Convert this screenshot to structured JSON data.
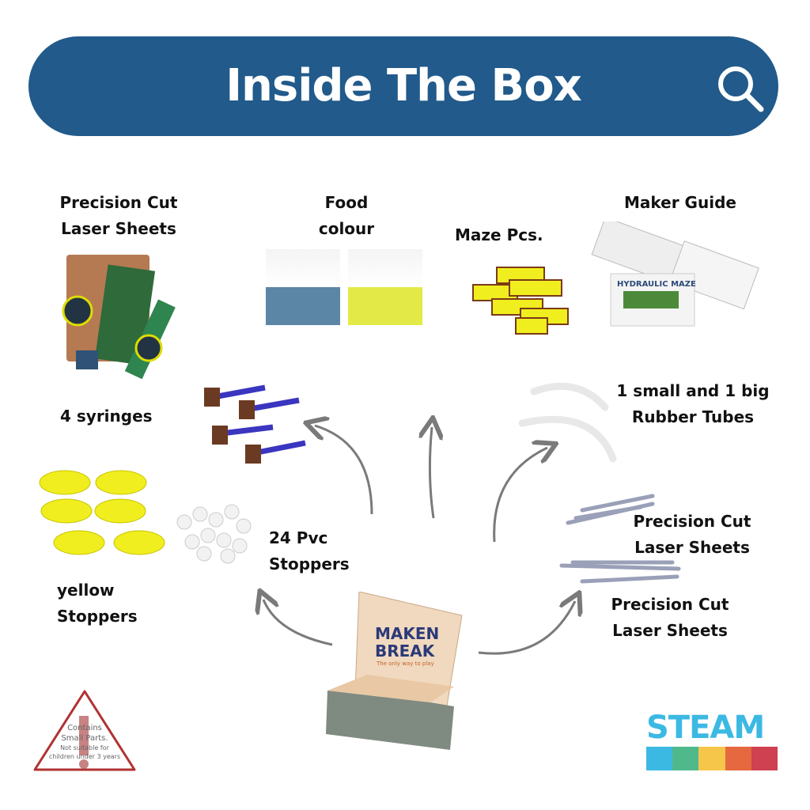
{
  "header": {
    "title": "Inside The Box",
    "search_icon": "search-icon"
  },
  "items": {
    "laser_sheets_top": [
      "Precision Cut",
      "Laser Sheets"
    ],
    "food_colour": [
      "Food",
      "colour"
    ],
    "maze_pcs": "Maze Pcs.",
    "maker_guide": "Maker Guide",
    "syringes": "4 syringes",
    "rubber_tubes": [
      "1 small and 1 big",
      "Rubber Tubes"
    ],
    "pvc_stoppers": [
      "24 Pvc",
      "Stoppers"
    ],
    "yellow_stoppers": [
      "yellow",
      "Stoppers"
    ],
    "laser_sheets_mid": [
      "Precision Cut",
      "Laser Sheets"
    ],
    "laser_sheets_bottom": [
      "Precision Cut",
      "Laser Sheets"
    ]
  },
  "guide": {
    "cover_title": "HYDRAULIC MAZE"
  },
  "box": {
    "logo_line1": "MAKEN",
    "logo_line2": "BREAK",
    "tagline": "The only way to play"
  },
  "warning": {
    "line1": "Contains",
    "line2": "Small Parts.",
    "line3": "Not suitable for",
    "line4": "children under 3 years"
  },
  "steam": {
    "text": "STEAM",
    "colors": [
      "#3cb9e3",
      "#4fb98c",
      "#f5c64a",
      "#e5683f",
      "#cf4050"
    ]
  },
  "colors": {
    "header": "#215a8b",
    "food_blue": "#5b86a6",
    "food_yellow": "#e3ea47",
    "stopper_yellow": "#f0ee1e",
    "arrow": "#7a7a7a"
  }
}
